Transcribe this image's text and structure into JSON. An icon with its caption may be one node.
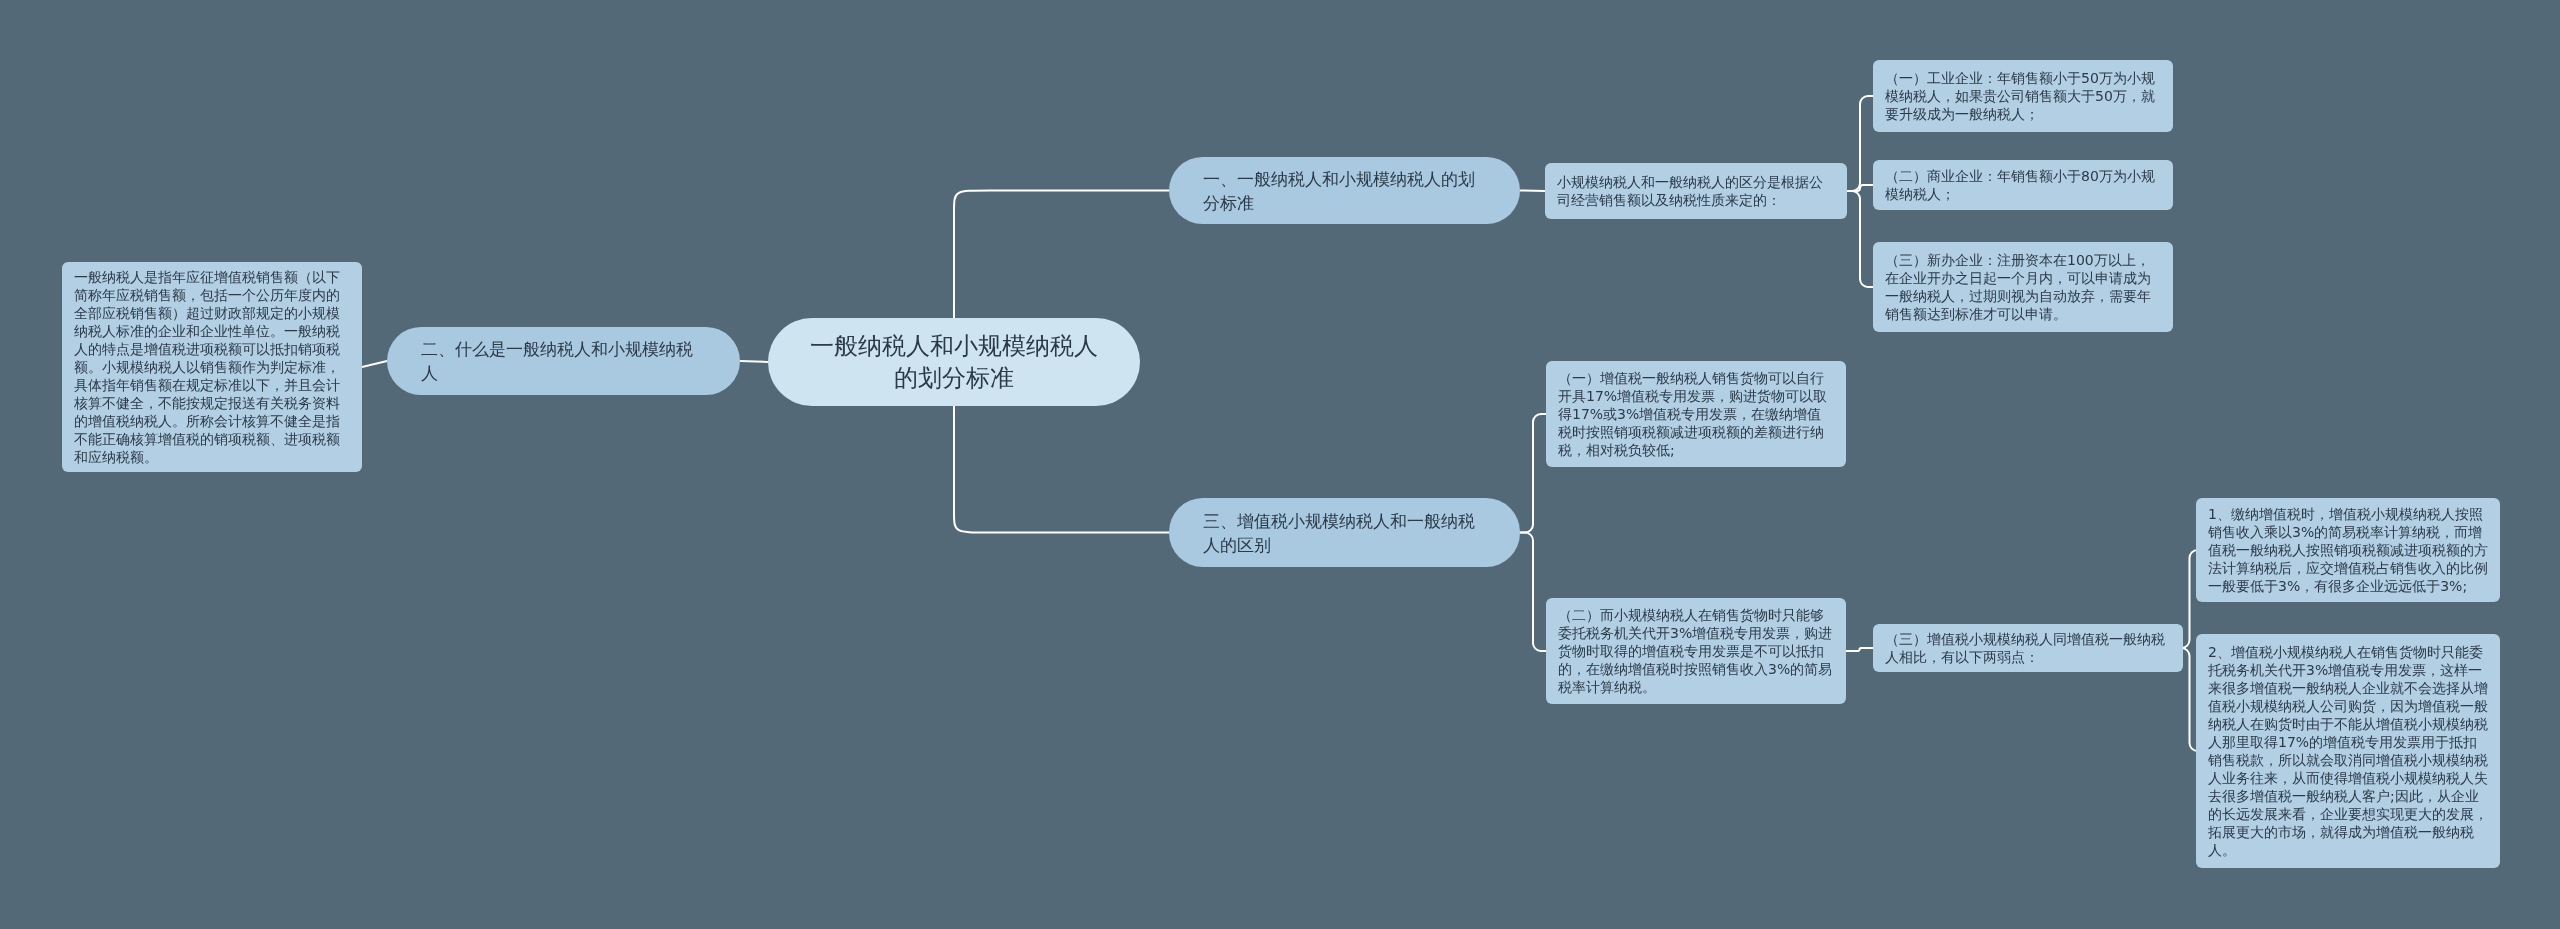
{
  "diagram": {
    "nodes": [
      {
        "text": [
          "一般纳税人和小规模纳税人的划分标准"
        ]
      },
      {
        "text": [
          "一、一般纳税人和小规模纳税人的划分标准"
        ]
      },
      {
        "text": [
          "小规模纳税人和一般纳税人的区分是根据公司经营销售额以及纳税性质来定的："
        ]
      },
      {
        "text": [
          "（一）工业企业：年销售额小于50万为小规模纳税人，如果贵公司销售额大于50万，就要升级成为一般纳税人；"
        ]
      },
      {
        "text": [
          "（二）商业企业：年销售额小于80万为小规模纳税人；"
        ]
      },
      {
        "text": [
          "（三）新办企业：注册资本在100万以上，在企业开办之日起一个月内，可以申请成为一般纳税人，过期则视为自动放弃，需要年销售额达到标准才可以申请。"
        ]
      },
      {
        "text": [
          "二、什么是一般纳税人和小规模纳税人"
        ]
      },
      {
        "text": [
          "一般纳税人是指年应征增值税销售额（以下简称年应税销售额，包括一个公历年度内的全部应税销售额）超过财政部规定的小规模纳税人标准的企业和企业性单位。一般纳税人的特点是增值税进项税额可以抵扣销项税额。小规模纳税人以销售额作为判定标准，具体指年销售额在规定标准以下，并且会计核算不健全，不能按规定报送有关税务资料的增值税纳税人。所称会计核算不健全是指不能正确核算增值税的销项税额、进项税额和应纳税额。"
        ]
      },
      {
        "text": [
          "三、增值税小规模纳税人和一般纳税人的区别"
        ]
      },
      {
        "text": [
          "（一）增值税一般纳税人销售货物可以自行开具17%增值税专用发票，购进货物可以取得17%或3%增值税专用发票，在缴纳增值税时按照销项税额减进项税额的差额进行纳税，相对税负较低;"
        ]
      },
      {
        "text": [
          "（二）而小规模纳税人在销售货物时只能够委托税务机关代开3%增值税专用发票，购进货物时取得的增值税专用发票是不可以抵扣的，在缴纳增值税时按照销售收入3%的简易税率计算纳税。"
        ]
      },
      {
        "text": [
          "（三）增值税小规模纳税人同增值税一般纳税人相比，有以下两弱点："
        ]
      },
      {
        "text": [
          "1、缴纳增值税时，增值税小规模纳税人按照销售收入乘以3%的简易税率计算纳税，而增值税一般纳税人按照销项税额减进项税额的方法计算纳税后，应交增值税占销售收入的比例一般要低于3%，有很多企业远远低于3%;"
        ]
      },
      {
        "text": [
          "2、增值税小规模纳税人在销售货物时只能委托税务机关代开3%增值税专用发票，这样一来很多增值税一般纳税人企业就不会选择从增值税小规模纳税人公司购货，因为增值税一般纳税人在购货时由于不能从增值税小规模纳税人那里取得17%的增值税专用发票用于抵扣销售税款，所以就会取消同增值税小规模纳税人业务往来，从而使得增值税小规模纳税人失去很多增值税一般纳税人客户;因此，从企业的长远发展来看，企业要想实现更大的发展，拓展更大的市场，就得成为增值税一般纳税人。"
        ]
      }
    ],
    "edges": [
      {
        "from": 0,
        "to": 1,
        "arrow": "none"
      },
      {
        "from": 1,
        "to": 2,
        "arrow": "none"
      },
      {
        "from": 2,
        "to": 3,
        "arrow": "none"
      },
      {
        "from": 2,
        "to": 4,
        "arrow": "none"
      },
      {
        "from": 2,
        "to": 5,
        "arrow": "none"
      },
      {
        "from": 0,
        "to": 6,
        "arrow": "none"
      },
      {
        "from": 6,
        "to": 7,
        "arrow": "none"
      },
      {
        "from": 0,
        "to": 8,
        "arrow": "none"
      },
      {
        "from": 8,
        "to": 9,
        "arrow": "none"
      },
      {
        "from": 8,
        "to": 10,
        "arrow": "none"
      },
      {
        "from": 10,
        "to": 11,
        "arrow": "none"
      },
      {
        "from": 11,
        "to": 12,
        "arrow": "none"
      },
      {
        "from": 11,
        "to": 13,
        "arrow": "none"
      }
    ]
  }
}
